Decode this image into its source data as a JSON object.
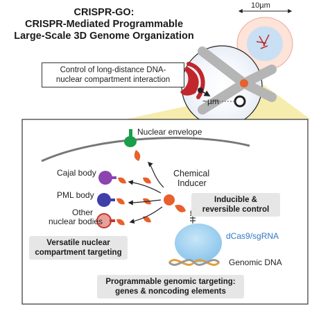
{
  "title": {
    "line1": "CRISPR-GO:",
    "line2": "CRISPR-Mediated Programmable",
    "line3": "Large-Scale 3D Genome Organization"
  },
  "scale_label": "10µm",
  "control_box": {
    "line1": "Control of long-distance DNA-",
    "line2": "nuclear compartment interaction"
  },
  "distance_label": "~µm",
  "labels": {
    "nuclear_envelope": "Nuclear envelope",
    "cajal_body": "Cajal body",
    "pml_body": "PML body",
    "other_bodies_line1": "Other",
    "other_bodies_line2": "nuclear bodies",
    "chemical_inducer_line1": "Chemical",
    "chemical_inducer_line2": "Inducer",
    "dcas9": "dCas9/sgRNA",
    "genomic_dna": "Genomic DNA"
  },
  "boxes": {
    "inducible_line1": "Inducible &",
    "inducible_line2": "reversible control",
    "versatile_line1": "Versatile nuclear",
    "versatile_line2": "compartment targeting",
    "programmable_line1": "Programmable genomic targeting:",
    "programmable_line2": "genes & noncoding elements"
  },
  "colors": {
    "accent_orange": "#e8602c",
    "cajal_purple": "#8b44b0",
    "pml_blue": "#3e3fa8",
    "other_red": "#c0392b",
    "envelope_green": "#1a9e4a",
    "dcas9_blue": "#2f78c4",
    "nucleus_red": "#c0262c",
    "callout_yellow": "#f3e9a0"
  }
}
